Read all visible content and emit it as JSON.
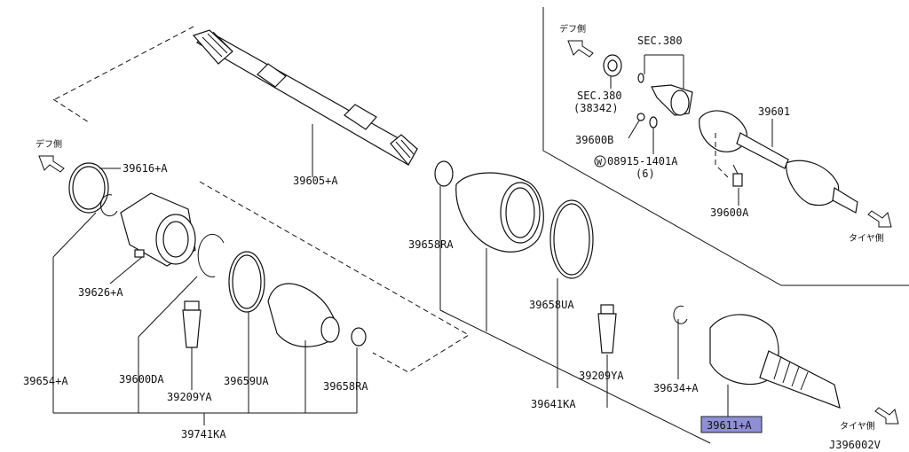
{
  "diagram": {
    "code": "J396002V",
    "side_labels": {
      "diff_side_left": "デフ側",
      "diff_side_right": "デフ側",
      "tire_side_right": "タイヤ側",
      "tire_side_bottom": "タイヤ側"
    },
    "parts": {
      "p39605": "39605+A",
      "p39616": "39616+A",
      "p39626": "39626+A",
      "p39654": "39654+A",
      "p39600DA": "39600DA",
      "p39209YA_left": "39209YA",
      "p39659UA": "39659UA",
      "p39658RA_bottom": "39658RA",
      "p39741KA": "39741KA",
      "p39658RA_top": "39658RA",
      "p39658UA": "39658UA",
      "p39209YA_right": "39209YA",
      "p39641KA": "39641KA",
      "p39634": "39634+A",
      "p39611": "39611+A",
      "sec380_top": "SEC.380",
      "sec380_mid": "SEC.380",
      "sec380_ref": "(38342)",
      "p39600B": "39600B",
      "p08915": "08915-1401A",
      "p08915_qty": "(6)",
      "p08915_mark": "W",
      "p39601": "39601",
      "p39600A": "39600A"
    }
  }
}
